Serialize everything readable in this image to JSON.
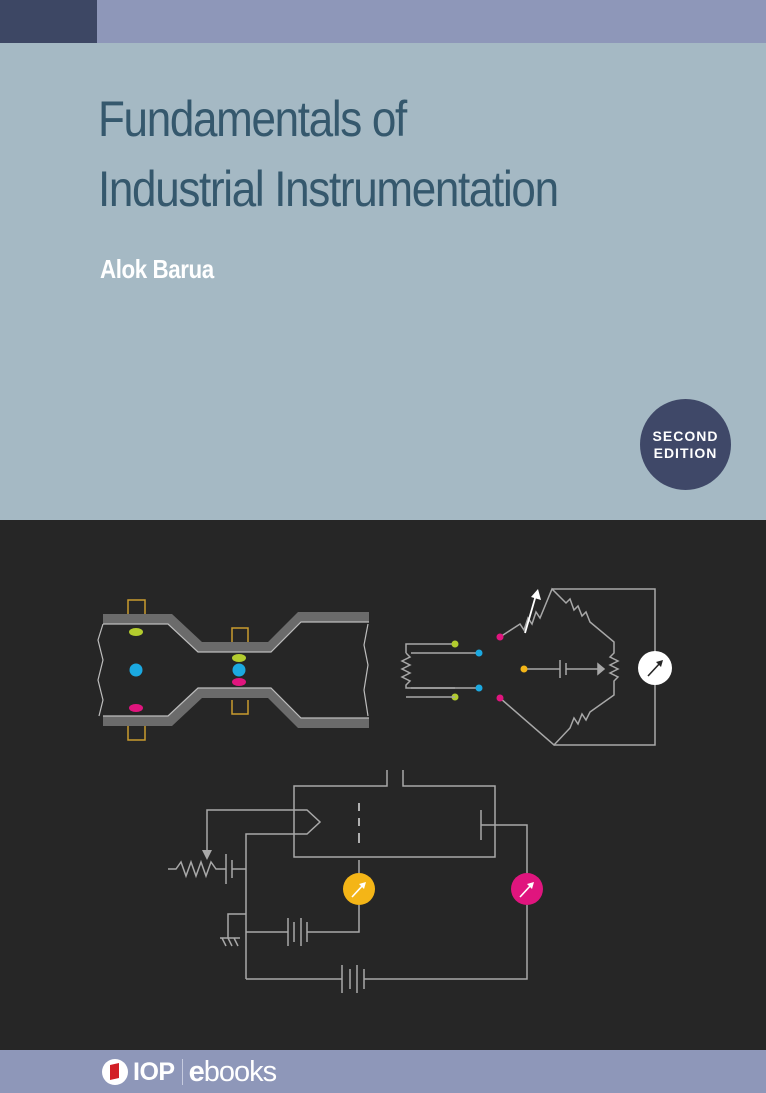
{
  "cover": {
    "title_line1": "Fundamentals of",
    "title_line2": "Industrial Instrumentation",
    "author": "Alok Barua",
    "edition_line1": "SECOND",
    "edition_line2": "EDITION"
  },
  "footer": {
    "publisher": "IOP",
    "series_prefix": "e",
    "series_rest": "books"
  },
  "colors": {
    "top_strip": "#8e97b9",
    "top_strip_block": "#3d4764",
    "title_panel": "#a5b9c4",
    "title_text": "#35586d",
    "badge": "#3f4868",
    "art_background": "#262626",
    "wire": "#a8a8a8",
    "accent_lime": "#b3cc2e",
    "accent_cyan": "#1ba9e1",
    "accent_magenta": "#e0157e",
    "accent_amber": "#f4b517",
    "accent_orange_frame": "#c99b2e",
    "logo_red": "#d21f26"
  },
  "illustration": {
    "icons": [
      "venturi-flow-diagram",
      "wheatstone-bridge-diagram",
      "thermocouple-circuit-diagram"
    ]
  }
}
